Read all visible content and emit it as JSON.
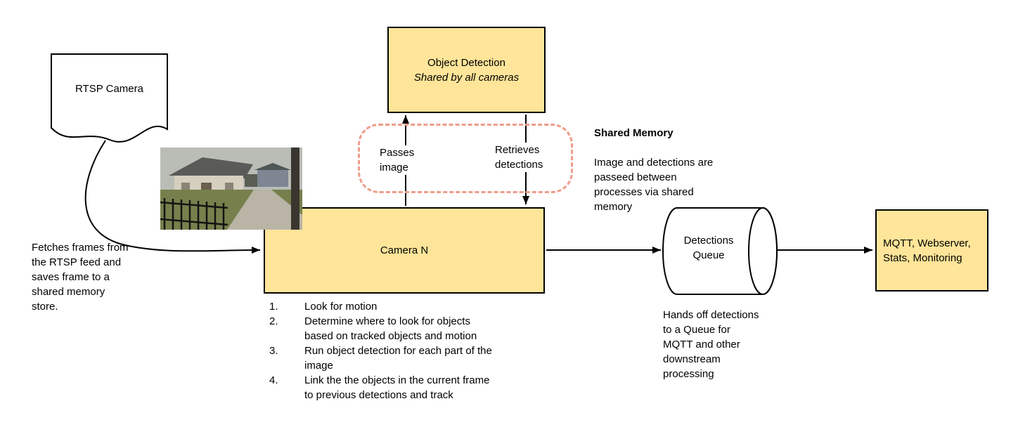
{
  "colors": {
    "node_fill": "#ffe599",
    "node_border": "#000000",
    "shared_memory_dash": "#ee9d8a",
    "connector": "#000000"
  },
  "nodes": {
    "rtsp_camera": {
      "label": "RTSP Camera"
    },
    "object_detection": {
      "title": "Object Detection",
      "subtitle": "Shared by all cameras"
    },
    "camera_n": {
      "label": "Camera N"
    },
    "detections_queue": {
      "label": "Detections\nQueue"
    },
    "mqtt_webserver": {
      "label": "MQTT, Webserver,\nStats, Monitoring"
    }
  },
  "edge_labels": {
    "passes_image": "Passes\nimage",
    "retrieves_detections": "Retrieves\ndetections"
  },
  "annotations": {
    "fetches_frames": "Fetches frames from\nthe RTSP feed and\nsaves frame to a\nshared memory\nstore.",
    "shared_memory": {
      "title": "Shared Memory",
      "body": "Image and detections are\npasseed between\nprocesses via shared\nmemory"
    },
    "hands_off": "Hands off detections\nto a Queue for\nMQTT and other\ndownstream\nprocessing",
    "camera_steps": [
      {
        "num": "1.",
        "text": "Look for motion"
      },
      {
        "num": "2.",
        "text": "Determine where to look for objects\nbased on tracked objects and motion"
      },
      {
        "num": "3.",
        "text": "Run object detection for each part of the\nimage"
      },
      {
        "num": "4.",
        "text": "Link the the objects in the current frame\nto previous detections and track"
      }
    ]
  }
}
